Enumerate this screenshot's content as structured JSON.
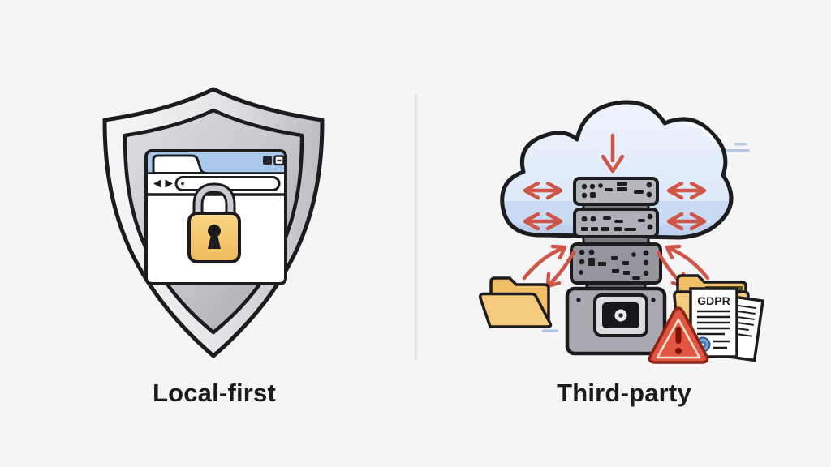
{
  "left_panel": {
    "label": "Local-first",
    "icons": [
      "shield-icon",
      "browser-window-icon",
      "padlock-icon",
      "back-arrow-icon",
      "forward-arrow-icon"
    ]
  },
  "right_panel": {
    "label": "Third-party",
    "document_title": "GDPR",
    "icons": [
      "cloud-icon",
      "server-stack-icon",
      "folder-icon",
      "gdpr-document-icon",
      "warning-triangle-icon",
      "download-arrow-icon",
      "sync-arrows-icon"
    ]
  },
  "colors": {
    "background": "#f5f5f6",
    "outline": "#1c1c1e",
    "shield_light": "#f2f2f4",
    "shield_dark": "#a6a6ad",
    "browser_bar_blue": "#a9c9ec",
    "lock_yellow": "#f5c96f",
    "cloud_blue": "#dbe7f8",
    "server_gray": "#b4b4bb",
    "arrow_red": "#cf5646",
    "folder_yellow": "#f3c46d",
    "warning_red": "#e25540",
    "stamp_blue": "#6b97cf"
  }
}
